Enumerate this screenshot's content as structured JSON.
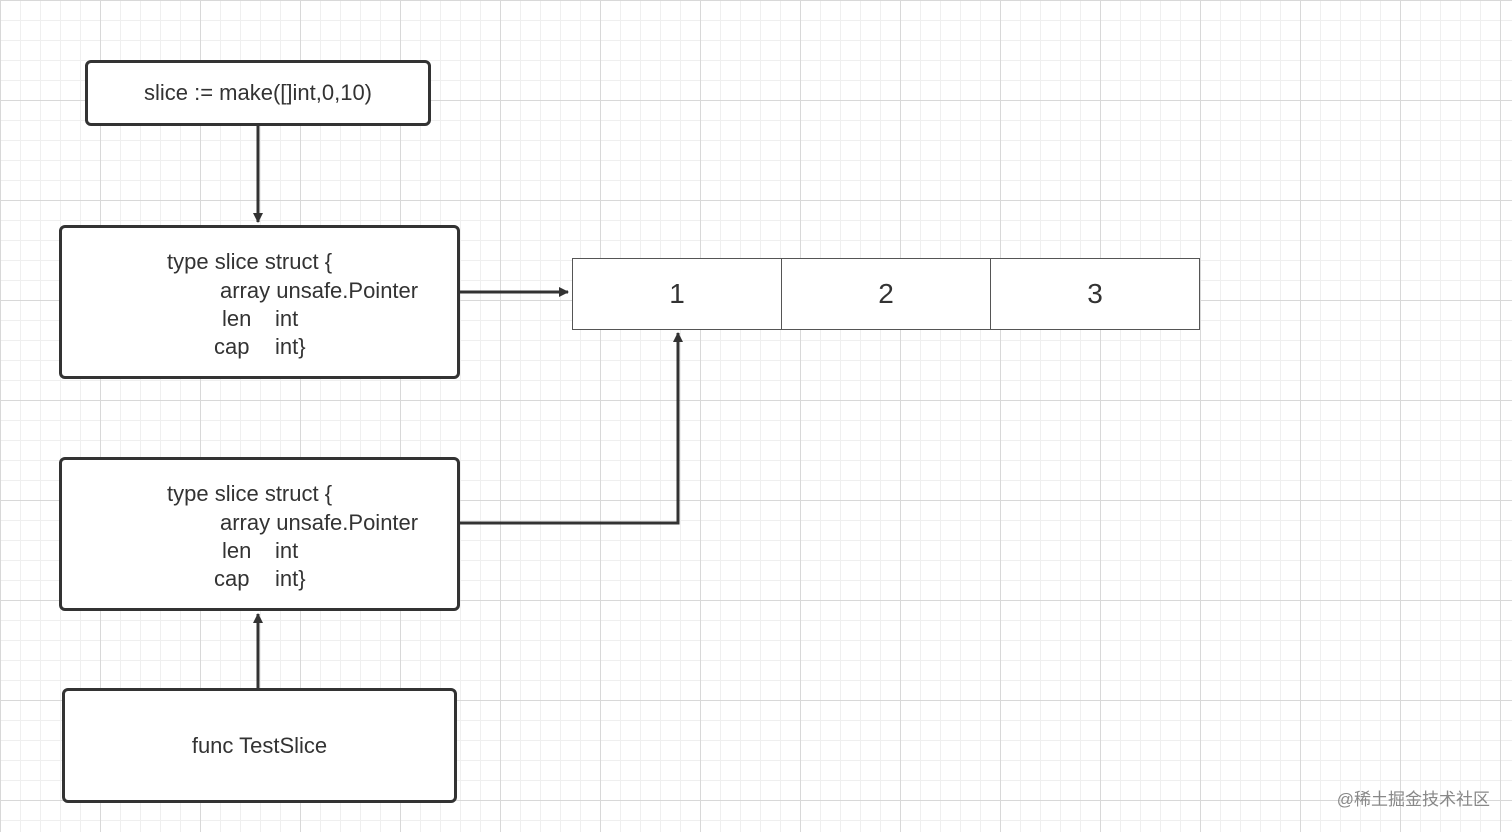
{
  "make_statement": "slice := make([]int,0,10)",
  "struct_top": {
    "line1": "type slice struct {",
    "line2": "array unsafe.Pointer",
    "line3_field": "len",
    "line3_type": "int",
    "line4_field": "cap",
    "line4_type": "int}"
  },
  "struct_bottom": {
    "line1": "type slice struct {",
    "line2": "array unsafe.Pointer",
    "line3_field": "len",
    "line3_type": "int",
    "line4_field": "cap",
    "line4_type": "int}"
  },
  "func_label": "func TestSlice",
  "array_cells": [
    "1",
    "2",
    "3"
  ],
  "watermark": "@稀土掘金技术社区",
  "colors": {
    "stroke": "#333333",
    "grid_major": "#d8d8d8",
    "grid_minor": "#efefef"
  }
}
